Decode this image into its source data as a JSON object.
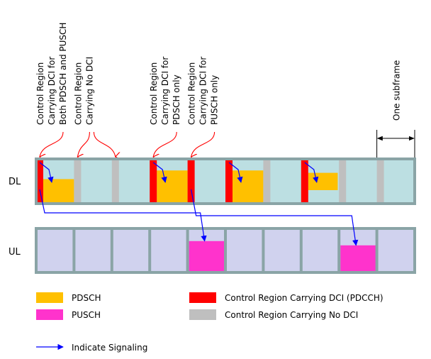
{
  "colors": {
    "dl_fill": "#bcdfe2",
    "ul_fill": "#d0d2ee",
    "border": "#8aa4a6",
    "pdsch": "#ffc000",
    "pusch": "#ff33cc",
    "control_dci": "#ff0000",
    "control_no_dci": "#bfbfbf",
    "signaling": "#0000ff",
    "callout_arrow": "#ff0000"
  },
  "rows": {
    "dl_label": "DL",
    "ul_label": "UL"
  },
  "subframe_count": 10,
  "dl_subframes": [
    {
      "control": "dci",
      "pdsch_fill": 0.55
    },
    {
      "control": "no_dci",
      "pdsch_fill": 0
    },
    {
      "control": "no_dci",
      "pdsch_fill": 0
    },
    {
      "control": "dci",
      "pdsch_fill": 0.75
    },
    {
      "control": "dci",
      "pdsch_fill": 0
    },
    {
      "control": "dci",
      "pdsch_fill": 0.75
    },
    {
      "control": "no_dci",
      "pdsch_fill": 0
    },
    {
      "control": "dci",
      "pdsch_fill": 0.4,
      "pdsch_partial": true
    },
    {
      "control": "no_dci",
      "pdsch_fill": 0
    },
    {
      "control": "no_dci",
      "pdsch_fill": 0
    }
  ],
  "ul_subframes": [
    {
      "pusch_fill": 0
    },
    {
      "pusch_fill": 0
    },
    {
      "pusch_fill": 0
    },
    {
      "pusch_fill": 0
    },
    {
      "pusch_fill": 0.72
    },
    {
      "pusch_fill": 0
    },
    {
      "pusch_fill": 0
    },
    {
      "pusch_fill": 0
    },
    {
      "pusch_fill": 0.62
    },
    {
      "pusch_fill": 0
    }
  ],
  "dl_to_pdsch_signals": [
    0,
    3,
    5,
    7
  ],
  "dl_to_ul_signals": [
    {
      "from_subframe": 0,
      "to_subframe": 4
    },
    {
      "from_subframe": 4,
      "to_subframe": 8
    }
  ],
  "callouts": [
    {
      "subframe": 0,
      "lines": [
        "Control Region",
        "Carrying DCI for",
        "Both PDSCH and PUSCH"
      ]
    },
    {
      "subframe": 1,
      "lines": [
        "Control Region",
        "Carrying No DCI"
      ],
      "also_points_to": 2
    },
    {
      "subframe": 3,
      "lines": [
        "Control Region",
        "Carrying DCI for",
        "PDSCH only"
      ]
    },
    {
      "subframe": 4,
      "lines": [
        "Control Region",
        "Carrying DCI for",
        "PUSCH only"
      ]
    }
  ],
  "dimension": {
    "label": "One subframe",
    "subframe": 9
  },
  "legend": {
    "pdsch": "PDSCH",
    "pusch": "PUSCH",
    "control_dci": "Control Region Carrying DCI (PDCCH)",
    "control_no_dci": "Control Region Carrying No DCI",
    "signaling": "Indicate Signaling"
  }
}
